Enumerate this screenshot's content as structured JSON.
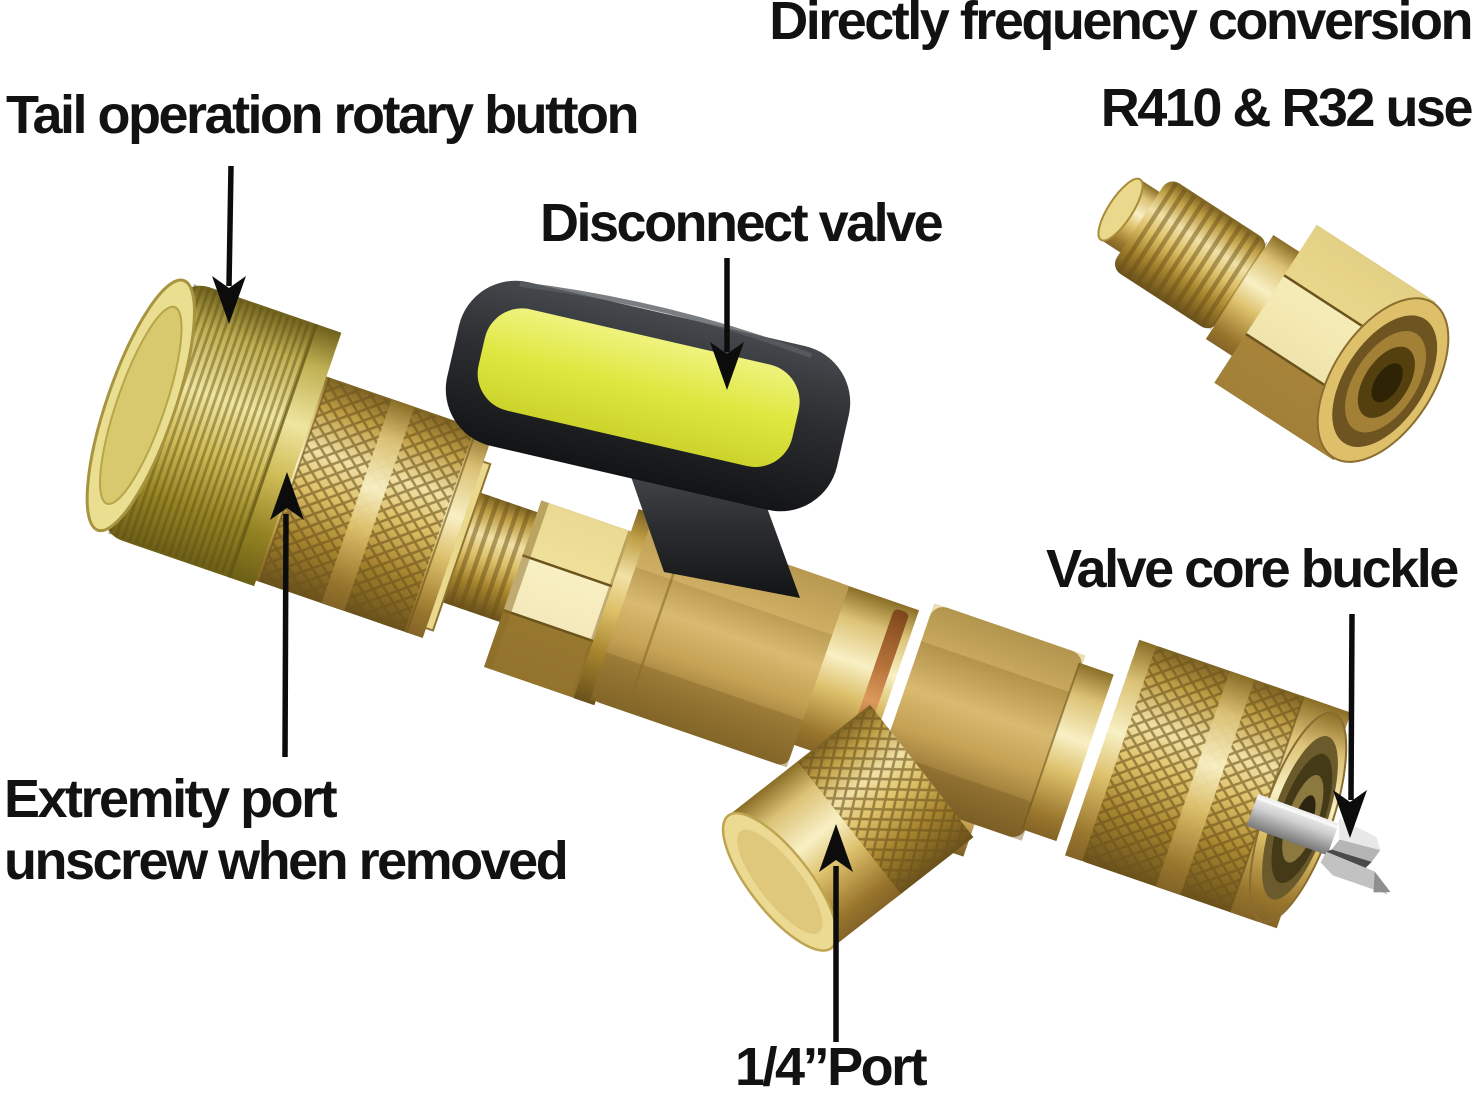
{
  "product_annotations": {
    "tail_button_label": "Tail operation rotary button",
    "frequency_line1": "Directly frequency conversion",
    "frequency_line2": "R410 & R32 use",
    "disconnect_label": "Disconnect valve",
    "valve_core_buckle_label": "Valve core buckle",
    "extremity_line1": "Extremity port",
    "extremity_line2": "unscrew when removed",
    "quarter_port_label": "1/4”Port"
  },
  "illustration": {
    "main_tool": "valve-core-removal-tool",
    "adapter": "r410-r32-adapter-fitting",
    "colors": {
      "brass_light": "#f1e3a8",
      "brass_mid": "#d9ba63",
      "brass_dark": "#7c6222",
      "tail_cap_gold": "#cfbd58",
      "handle_black": "#2b2d30",
      "handle_yellow": "#dee73f",
      "copper_ring": "#c27a42",
      "steel_tip": "#cfcfcf",
      "arrow_black": "#0c0c0c",
      "label_text": "#121212",
      "background": "#ffffff"
    }
  }
}
